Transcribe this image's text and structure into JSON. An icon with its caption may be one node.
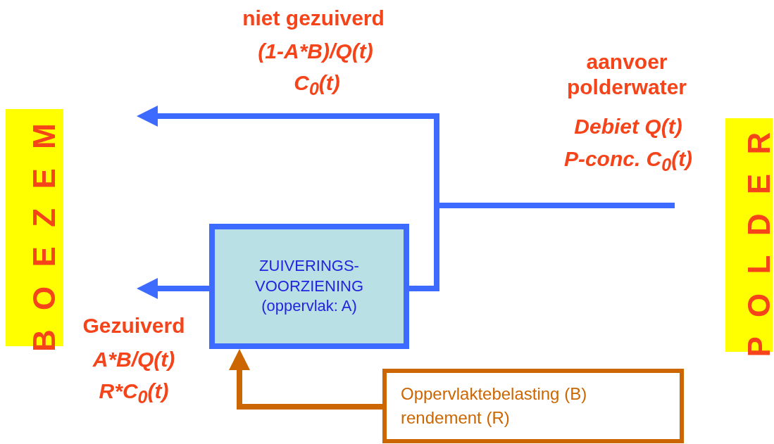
{
  "diagram": {
    "nodes": [
      {
        "text": [
          "BOEZEM"
        ]
      },
      {
        "text": [
          "POLDER"
        ]
      },
      {
        "text": [
          "ZUIVERINGS-VOORZIENING",
          "(oppervlak: A)"
        ]
      },
      {
        "text": [
          "Oppervlaktebelasting (B) rendement (R)"
        ]
      }
    ],
    "edges": [
      {
        "from": 1,
        "to": null,
        "arrow": "to"
      },
      {
        "from": 1,
        "to": 2,
        "arrow": "none"
      },
      {
        "from": 2,
        "to": null,
        "arrow": "to"
      },
      {
        "from": 3,
        "to": 2,
        "arrow": "to",
        "color": "#cc6600"
      }
    ],
    "labels": [
      "niet gezuiverd",
      "(1-A*B)/Q(t)",
      "C$_{0}$(t)",
      "aanvoer polderwater",
      "Debiet Q(t)",
      "P-conc. C$_{0}$(t)",
      "Gezuiverd",
      "A*B/Q(t)",
      "R*C$_{0}$(t)"
    ]
  }
}
